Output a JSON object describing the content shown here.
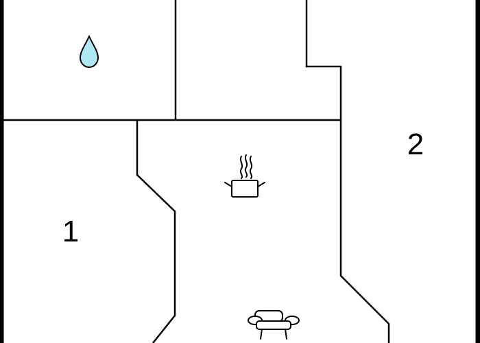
{
  "floorplan": {
    "rooms": [
      {
        "id": "bedroom-1",
        "label": "1"
      },
      {
        "id": "bedroom-2",
        "label": "2"
      },
      {
        "id": "bathroom",
        "icon": "water-drop-icon"
      },
      {
        "id": "kitchen-living",
        "icons": [
          "cooking-pot-icon",
          "armchair-icon"
        ]
      },
      {
        "id": "hall"
      }
    ]
  },
  "colors": {
    "walls": "#000000",
    "background": "#ffffff",
    "water_drop": "#aee8f5"
  }
}
